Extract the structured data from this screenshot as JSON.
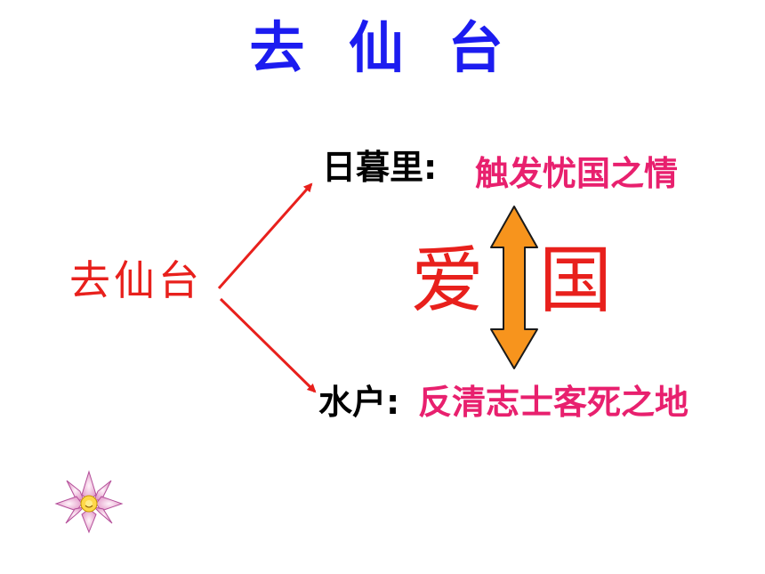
{
  "title": "去 仙 台",
  "root": {
    "label": "去仙台"
  },
  "branches": [
    {
      "label": "日暮里:",
      "description": "触发忧国之情"
    },
    {
      "label": "水户:",
      "description": "反清志士客死之地"
    }
  ],
  "center": {
    "left_char": "爱",
    "right_char": "国"
  },
  "colors": {
    "title": "#1c1cf0",
    "red": "#e8201c",
    "pink": "#e8206e",
    "arrow_fill": "#f7941d",
    "arrow_stroke": "#1a1a1a"
  },
  "icons": {
    "double_arrow": "vertical-double-arrow",
    "decoration": "lotus-flower-icon"
  }
}
